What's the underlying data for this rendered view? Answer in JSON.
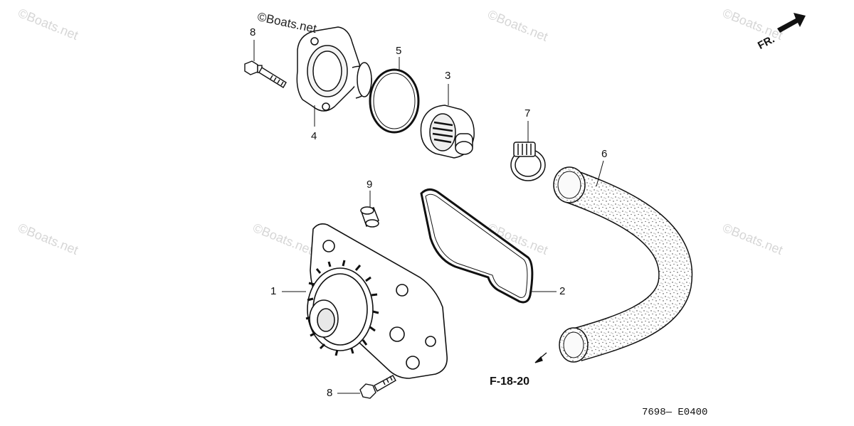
{
  "watermark_text": "©Boats.net",
  "logo_text": "©Boats.net",
  "direction": {
    "label": "FR."
  },
  "callouts": {
    "c1": "1",
    "c2": "2",
    "c3": "3",
    "c4": "4",
    "c5": "5",
    "c6": "6",
    "c7": "7",
    "c8a": "8",
    "c8b": "8",
    "c9": "9"
  },
  "reference_label": "F-18-20",
  "diagram_code": "7698— E0400",
  "colors": {
    "ink": "#111111",
    "watermark": "#d6d6d6"
  }
}
